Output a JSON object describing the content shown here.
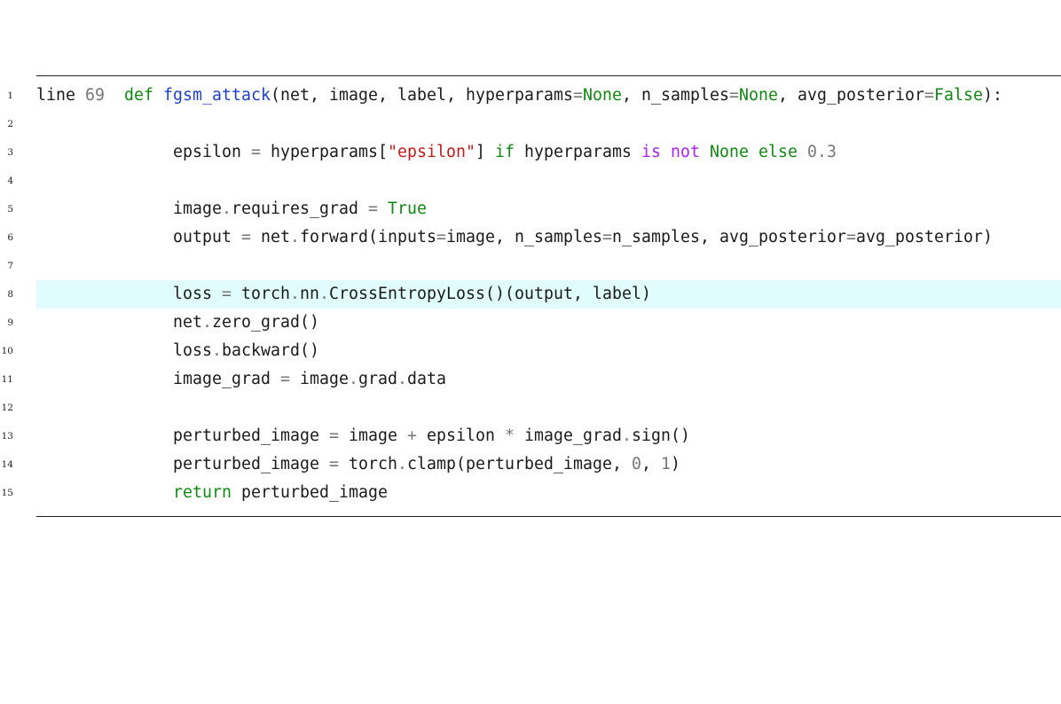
{
  "colors": {
    "keyword": "#118811",
    "function": "#1d3fc8",
    "string": "#c41a1a",
    "number": "#777777",
    "operator_word": "#aa22ff",
    "highlight": "#e0fcfc"
  },
  "listing": {
    "highlighted_line": 8,
    "lines": [
      {
        "no": "1",
        "tokens": [
          {
            "t": "pl",
            "v": "line "
          },
          {
            "t": "num",
            "v": "69"
          },
          {
            "t": "pl",
            "v": "  "
          },
          {
            "t": "kw",
            "v": "def"
          },
          {
            "t": "pl",
            "v": " "
          },
          {
            "t": "fn",
            "v": "fgsm_attack"
          },
          {
            "t": "pl",
            "v": "(net, image, label, hyperparams"
          },
          {
            "t": "op",
            "v": "="
          },
          {
            "t": "kw",
            "v": "None"
          },
          {
            "t": "pl",
            "v": ", n_samples"
          },
          {
            "t": "op",
            "v": "="
          },
          {
            "t": "kw",
            "v": "None"
          },
          {
            "t": "pl",
            "v": ", avg_posterior"
          },
          {
            "t": "op",
            "v": "="
          },
          {
            "t": "kw",
            "v": "False"
          },
          {
            "t": "pl",
            "v": "):"
          }
        ]
      },
      {
        "no": "2",
        "tokens": []
      },
      {
        "no": "3",
        "tokens": [
          {
            "t": "pl",
            "v": "              epsilon "
          },
          {
            "t": "op",
            "v": "="
          },
          {
            "t": "pl",
            "v": " hyperparams["
          },
          {
            "t": "str",
            "v": "\"epsilon\""
          },
          {
            "t": "pl",
            "v": "] "
          },
          {
            "t": "kw",
            "v": "if"
          },
          {
            "t": "pl",
            "v": " hyperparams "
          },
          {
            "t": "opw",
            "v": "is not"
          },
          {
            "t": "pl",
            "v": " "
          },
          {
            "t": "kw",
            "v": "None"
          },
          {
            "t": "pl",
            "v": " "
          },
          {
            "t": "kw",
            "v": "else"
          },
          {
            "t": "pl",
            "v": " "
          },
          {
            "t": "num",
            "v": "0.3"
          }
        ]
      },
      {
        "no": "4",
        "tokens": []
      },
      {
        "no": "5",
        "tokens": [
          {
            "t": "pl",
            "v": "              image"
          },
          {
            "t": "op",
            "v": "."
          },
          {
            "t": "pl",
            "v": "requires_grad "
          },
          {
            "t": "op",
            "v": "="
          },
          {
            "t": "pl",
            "v": " "
          },
          {
            "t": "kw",
            "v": "True"
          }
        ]
      },
      {
        "no": "6",
        "tokens": [
          {
            "t": "pl",
            "v": "              output "
          },
          {
            "t": "op",
            "v": "="
          },
          {
            "t": "pl",
            "v": " net"
          },
          {
            "t": "op",
            "v": "."
          },
          {
            "t": "pl",
            "v": "forward(inputs"
          },
          {
            "t": "op",
            "v": "="
          },
          {
            "t": "pl",
            "v": "image, n_samples"
          },
          {
            "t": "op",
            "v": "="
          },
          {
            "t": "pl",
            "v": "n_samples, avg_posterior"
          },
          {
            "t": "op",
            "v": "="
          },
          {
            "t": "pl",
            "v": "avg_posterior)"
          }
        ]
      },
      {
        "no": "7",
        "tokens": []
      },
      {
        "no": "8",
        "tokens": [
          {
            "t": "pl",
            "v": "              loss "
          },
          {
            "t": "op",
            "v": "="
          },
          {
            "t": "pl",
            "v": " torch"
          },
          {
            "t": "op",
            "v": "."
          },
          {
            "t": "pl",
            "v": "nn"
          },
          {
            "t": "op",
            "v": "."
          },
          {
            "t": "pl",
            "v": "CrossEntropyLoss()(output, label)"
          }
        ]
      },
      {
        "no": "9",
        "tokens": [
          {
            "t": "pl",
            "v": "              net"
          },
          {
            "t": "op",
            "v": "."
          },
          {
            "t": "pl",
            "v": "zero_grad()"
          }
        ]
      },
      {
        "no": "10",
        "tokens": [
          {
            "t": "pl",
            "v": "              loss"
          },
          {
            "t": "op",
            "v": "."
          },
          {
            "t": "pl",
            "v": "backward()"
          }
        ]
      },
      {
        "no": "11",
        "tokens": [
          {
            "t": "pl",
            "v": "              image_grad "
          },
          {
            "t": "op",
            "v": "="
          },
          {
            "t": "pl",
            "v": " image"
          },
          {
            "t": "op",
            "v": "."
          },
          {
            "t": "pl",
            "v": "grad"
          },
          {
            "t": "op",
            "v": "."
          },
          {
            "t": "pl",
            "v": "data"
          }
        ]
      },
      {
        "no": "12",
        "tokens": []
      },
      {
        "no": "13",
        "tokens": [
          {
            "t": "pl",
            "v": "              perturbed_image "
          },
          {
            "t": "op",
            "v": "="
          },
          {
            "t": "pl",
            "v": " image "
          },
          {
            "t": "op",
            "v": "+"
          },
          {
            "t": "pl",
            "v": " epsilon "
          },
          {
            "t": "op",
            "v": "*"
          },
          {
            "t": "pl",
            "v": " image_grad"
          },
          {
            "t": "op",
            "v": "."
          },
          {
            "t": "pl",
            "v": "sign()"
          }
        ]
      },
      {
        "no": "14",
        "tokens": [
          {
            "t": "pl",
            "v": "              perturbed_image "
          },
          {
            "t": "op",
            "v": "="
          },
          {
            "t": "pl",
            "v": " torch"
          },
          {
            "t": "op",
            "v": "."
          },
          {
            "t": "pl",
            "v": "clamp(perturbed_image, "
          },
          {
            "t": "num",
            "v": "0"
          },
          {
            "t": "pl",
            "v": ", "
          },
          {
            "t": "num",
            "v": "1"
          },
          {
            "t": "pl",
            "v": ")"
          }
        ]
      },
      {
        "no": "15",
        "tokens": [
          {
            "t": "pl",
            "v": "              "
          },
          {
            "t": "kw",
            "v": "return"
          },
          {
            "t": "pl",
            "v": " perturbed_image"
          }
        ]
      }
    ]
  }
}
